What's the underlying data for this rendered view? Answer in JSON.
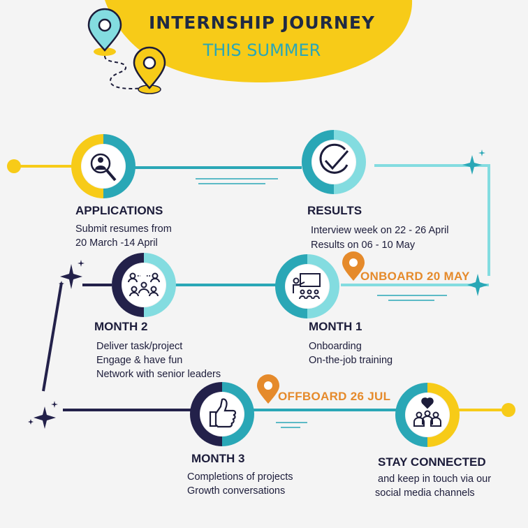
{
  "header": {
    "title": "INTERNSHIP JOURNEY",
    "subtitle": "THIS SUMMER"
  },
  "colors": {
    "navy": "#23214a",
    "teal": "#2aa7b6",
    "light_teal": "#83dce0",
    "yellow": "#f7cb18",
    "orange": "#e58a2b",
    "background": "#f4f4f4"
  },
  "milestones": [
    {
      "id": "applications",
      "title": "APPLICATIONS",
      "lines": [
        "Submit resumes from",
        "20 March -14 April"
      ],
      "icon": "magnifier-person-icon"
    },
    {
      "id": "results",
      "title": "RESULTS",
      "lines": [
        "Interview week on 22 - 26 April",
        "Results on 06 - 10 May"
      ],
      "icon": "checkmark-icon"
    },
    {
      "id": "month1",
      "title": "MONTH 1",
      "lines": [
        "Onboarding",
        "On-the-job training"
      ],
      "icon": "presentation-icon"
    },
    {
      "id": "month2",
      "title": "MONTH 2",
      "lines": [
        "Deliver task/project",
        "Engage & have fun",
        "Network with senior leaders"
      ],
      "icon": "team-network-icon"
    },
    {
      "id": "month3",
      "title": "MONTH 3",
      "lines": [
        "Completions of projects",
        "Growth conversations"
      ],
      "icon": "thumbs-up-icon"
    },
    {
      "id": "stay_connected",
      "title": "STAY CONNECTED",
      "lines": [
        "and keep in touch via our",
        "social media channels"
      ],
      "icon": "heart-group-icon"
    }
  ],
  "markers": {
    "onboard": "ONBOARD 20 MAY",
    "offboard": "OFFBOARD 26 JUL"
  }
}
